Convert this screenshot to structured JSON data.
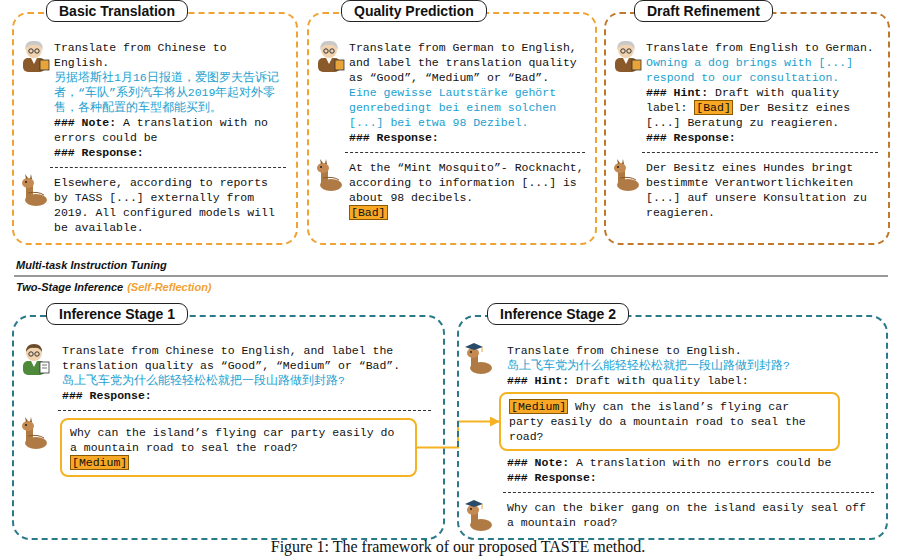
{
  "diagram": {
    "caption": "Figure 1: The framework of our proposed TASTE method.",
    "nodes": [
      {
        "text": [
          "Basic Translation",
          "Translate from Chinese to English.",
          "另据塔斯社1月16日报道，爱图罗夫告诉记者，“车队”系列汽车将从2019年起对外零售，各种配置的车型都能买到。",
          "### Note:",
          "A translation with no errors could be",
          "### Response:",
          "Elsewhere, according to reports by TASS [...] externally from 2019. All configured models will be available."
        ]
      },
      {
        "text": [
          "Quality Prediction",
          "Translate from German to English, and label the translation quality as “Good”, “Medium” or “Bad”.",
          "Eine gewisse Lautstärke gehört genrebedingt bei einem solchen [...] bei etwa 98 Dezibel.",
          "### Response:",
          "At the “Mint Mosquito”- Rocknacht, according to information [...] is about 98 decibels.",
          "[Bad]"
        ]
      },
      {
        "text": [
          "Draft Refinement",
          "Translate from English to German.",
          "Owning a dog brings with [...] respond to our consultation.",
          "### Hint:",
          "Draft with quality label:",
          "[Bad]",
          "Der Besitz eines [...] Beratung zu reagieren.",
          "### Response:",
          "Der Besitz eines Hundes bringt bestimmte Verantwortlichkeiten [...] auf unsere Konsultation zu reagieren."
        ]
      },
      {
        "text": [
          "Inference Stage 1",
          "Translate from Chinese to English, and label the translation quality as “Good”, “Medium” or “Bad”.",
          "岛上飞车党为什么能轻轻松松就把一段山路做到封路?",
          "### Response:"
        ]
      },
      {
        "text": [
          "Why can the island’s flying car party easily do a mountain road to seal the road?",
          "[Medium]"
        ],
        "in": 3
      },
      {
        "text": [
          "Inference Stage 2",
          "Translate from Chinese to English.",
          "岛上飞车党为什么能轻轻松松就把一段山路做到封路?",
          "### Hint:",
          "Draft with quality label:",
          "### Note:",
          "A translation with no errors could be",
          "### Response:",
          "Why can the biker gang on the island easily seal off a mountain road?"
        ]
      },
      {
        "text": [
          "[Medium]",
          "Why can the island’s flying car party easily do a mountain road to seal the road?"
        ],
        "in": 5
      }
    ],
    "edges": [
      {
        "from": 4,
        "to": 6,
        "arrow": "to"
      }
    ],
    "labels": [
      "Multi-task Instruction Tuning",
      "Two-Stage Inference",
      "(Self-Reflection)"
    ]
  }
}
